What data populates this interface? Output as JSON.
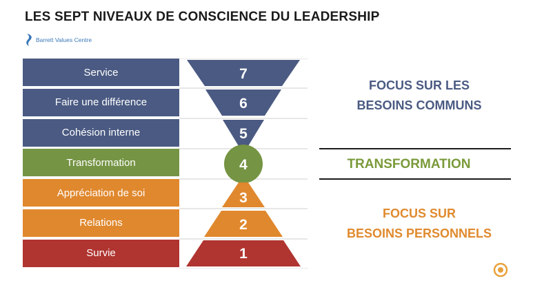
{
  "title": "LES SEPT NIVEAUX DE CONSCIENCE DU LEADERSHIP",
  "logo": {
    "text": "Barrett Values Centre",
    "icon": "barrett-logo-icon"
  },
  "levels": [
    {
      "number": "7",
      "label": "Service",
      "color": "#4a5a82"
    },
    {
      "number": "6",
      "label": "Faire une différence",
      "color": "#4a5a82"
    },
    {
      "number": "5",
      "label": "Cohésion interne",
      "color": "#4a5a82"
    },
    {
      "number": "4",
      "label": "Transformation",
      "color": "#759444"
    },
    {
      "number": "3",
      "label": "Appréciation de soi",
      "color": "#e0882e"
    },
    {
      "number": "2",
      "label": "Relations",
      "color": "#e0882e"
    },
    {
      "number": "1",
      "label": "Survie",
      "color": "#b03430"
    }
  ],
  "focus": {
    "common": [
      "FOCUS SUR LES",
      "BESOINS COMMUNS"
    ],
    "transformation": "TRANSFORMATION",
    "personal": [
      "FOCUS SUR",
      "BESOINS PERSONNELS"
    ]
  },
  "colors": {
    "common": "#4a5a82",
    "transformation": "#759444",
    "personal": "#e0882e",
    "survival": "#b03430"
  }
}
